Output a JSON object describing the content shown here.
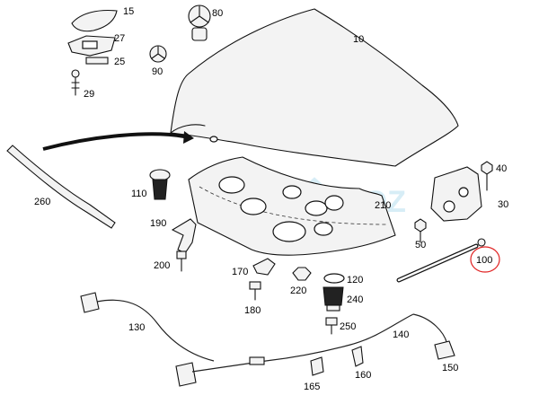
{
  "diagram": {
    "labels": {
      "p10": "10",
      "p15": "15",
      "p25": "25",
      "p27": "27",
      "p29": "29",
      "p30": "30",
      "p40": "40",
      "p50": "50",
      "p80": "80",
      "p90": "90",
      "p100": "100",
      "p110": "110",
      "p120": "120",
      "p130": "130",
      "p140": "140",
      "p150": "150",
      "p160": "160",
      "p165": "165",
      "p170": "170",
      "p180": "180",
      "p190": "190",
      "p200": "200",
      "p210": "210",
      "p220": "220",
      "p240": "240",
      "p250": "250",
      "p260": "260"
    },
    "highlight_color": "#e02020",
    "watermark_color": "#b8dff0",
    "watermark_text": "SOZ"
  }
}
